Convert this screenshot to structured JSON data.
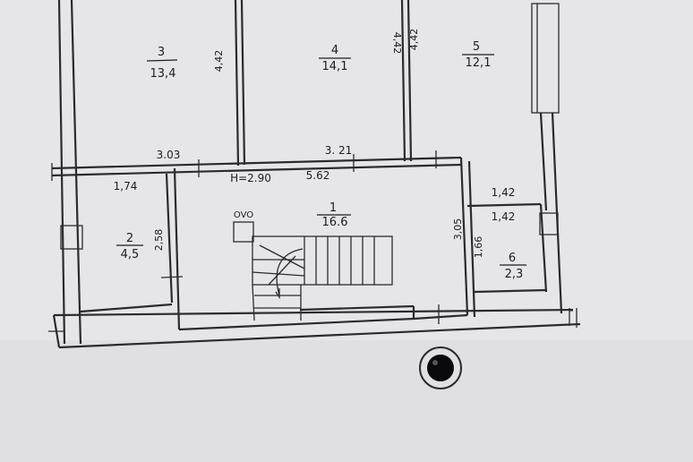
{
  "rooms": [
    {
      "number": "3",
      "area": "13,4"
    },
    {
      "number": "4",
      "area": "14,1"
    },
    {
      "number": "5",
      "area": "12,1"
    },
    {
      "number": "1",
      "area": "16.6"
    },
    {
      "number": "2",
      "area": "4,5"
    },
    {
      "number": "6",
      "area": "2,3"
    }
  ],
  "dimensions": {
    "room3_width": "3.03",
    "room3_height": "4,42",
    "room4_width": "3. 21",
    "room4_height": "4,42",
    "room5_height": "4,42",
    "room1_length": "5.62",
    "room1_width": "3,05",
    "room2_width": "1,74",
    "room2_height": "2,58",
    "room6_width_top": "1,42",
    "room6_width_bottom": "1,42",
    "room6_height": "1,66"
  },
  "ceiling_height": "H=2.90",
  "stove_label": "OVO",
  "colors": {
    "paper": "#e4e4e6",
    "ink": "#1c1c22",
    "line": "#2a2a30"
  }
}
